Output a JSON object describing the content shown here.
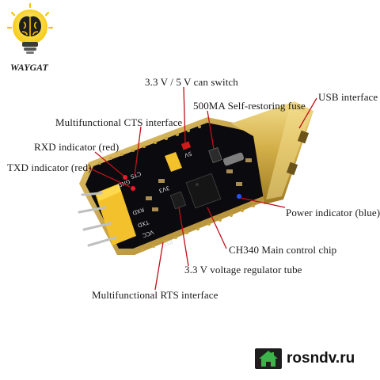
{
  "brand": {
    "name": "WAYGAT",
    "logo_icon": "lightbulb-brain-icon"
  },
  "labels": {
    "switch": "3.3 V / 5 V can switch",
    "usb": "USB interface",
    "fuse": "500MA Self-restoring fuse",
    "cts": "Multifunctional CTS interface",
    "rxd": "RXD indicator (red)",
    "txd": "TXD indicator (red)",
    "power": "Power indicator (blue)",
    "chip": "CH340 Main control chip",
    "regulator": "3.3 V voltage regulator tube",
    "rts": "Multifunctional RTS interface"
  },
  "silkscreen": {
    "gnd": "GND",
    "cts": "CTS",
    "rxd": "RXD",
    "txd": "TXD",
    "v5": "5V",
    "v33": "3V3",
    "vcc": "VCC",
    "rts": "RTS"
  },
  "watermark": {
    "text": "rosndv.ru",
    "icon": "house-icon"
  },
  "colors": {
    "pcb": "#0b0b0f",
    "gold": "#c9a23a",
    "pointer": "#c0101a",
    "usb_metal": "#d8b653",
    "header_yellow": "#f3c12b"
  }
}
